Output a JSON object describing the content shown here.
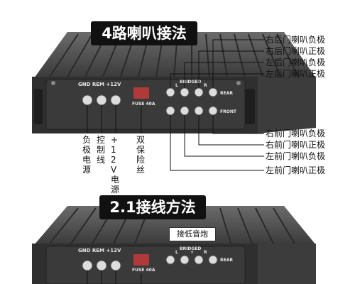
{
  "section1": {
    "title": "4路喇叭接法",
    "right_labels": [
      "右后门喇叭负极",
      "右后门喇叭正极",
      "左后门喇叭负极",
      "左后门喇叭正极",
      "右前门喇叭负极",
      "右前门喇叭正极",
      "左前门喇叭负极",
      "左前门喇叭正极"
    ],
    "bottom_labels": [
      "负极电源",
      "控制线",
      "+12V电源",
      "双保险丝"
    ]
  },
  "section2": {
    "title": "2.1接线方法",
    "subwoofer_label": "接低音炮"
  },
  "amp_panel": {
    "left_terminals": "GND REM +12V",
    "fuse": "FUSE 40A",
    "bridged": "BRIDGED",
    "plus_sign": "+",
    "left_letter": "L",
    "right_letter": "R",
    "rear": "REAR",
    "front": "FRONT"
  }
}
